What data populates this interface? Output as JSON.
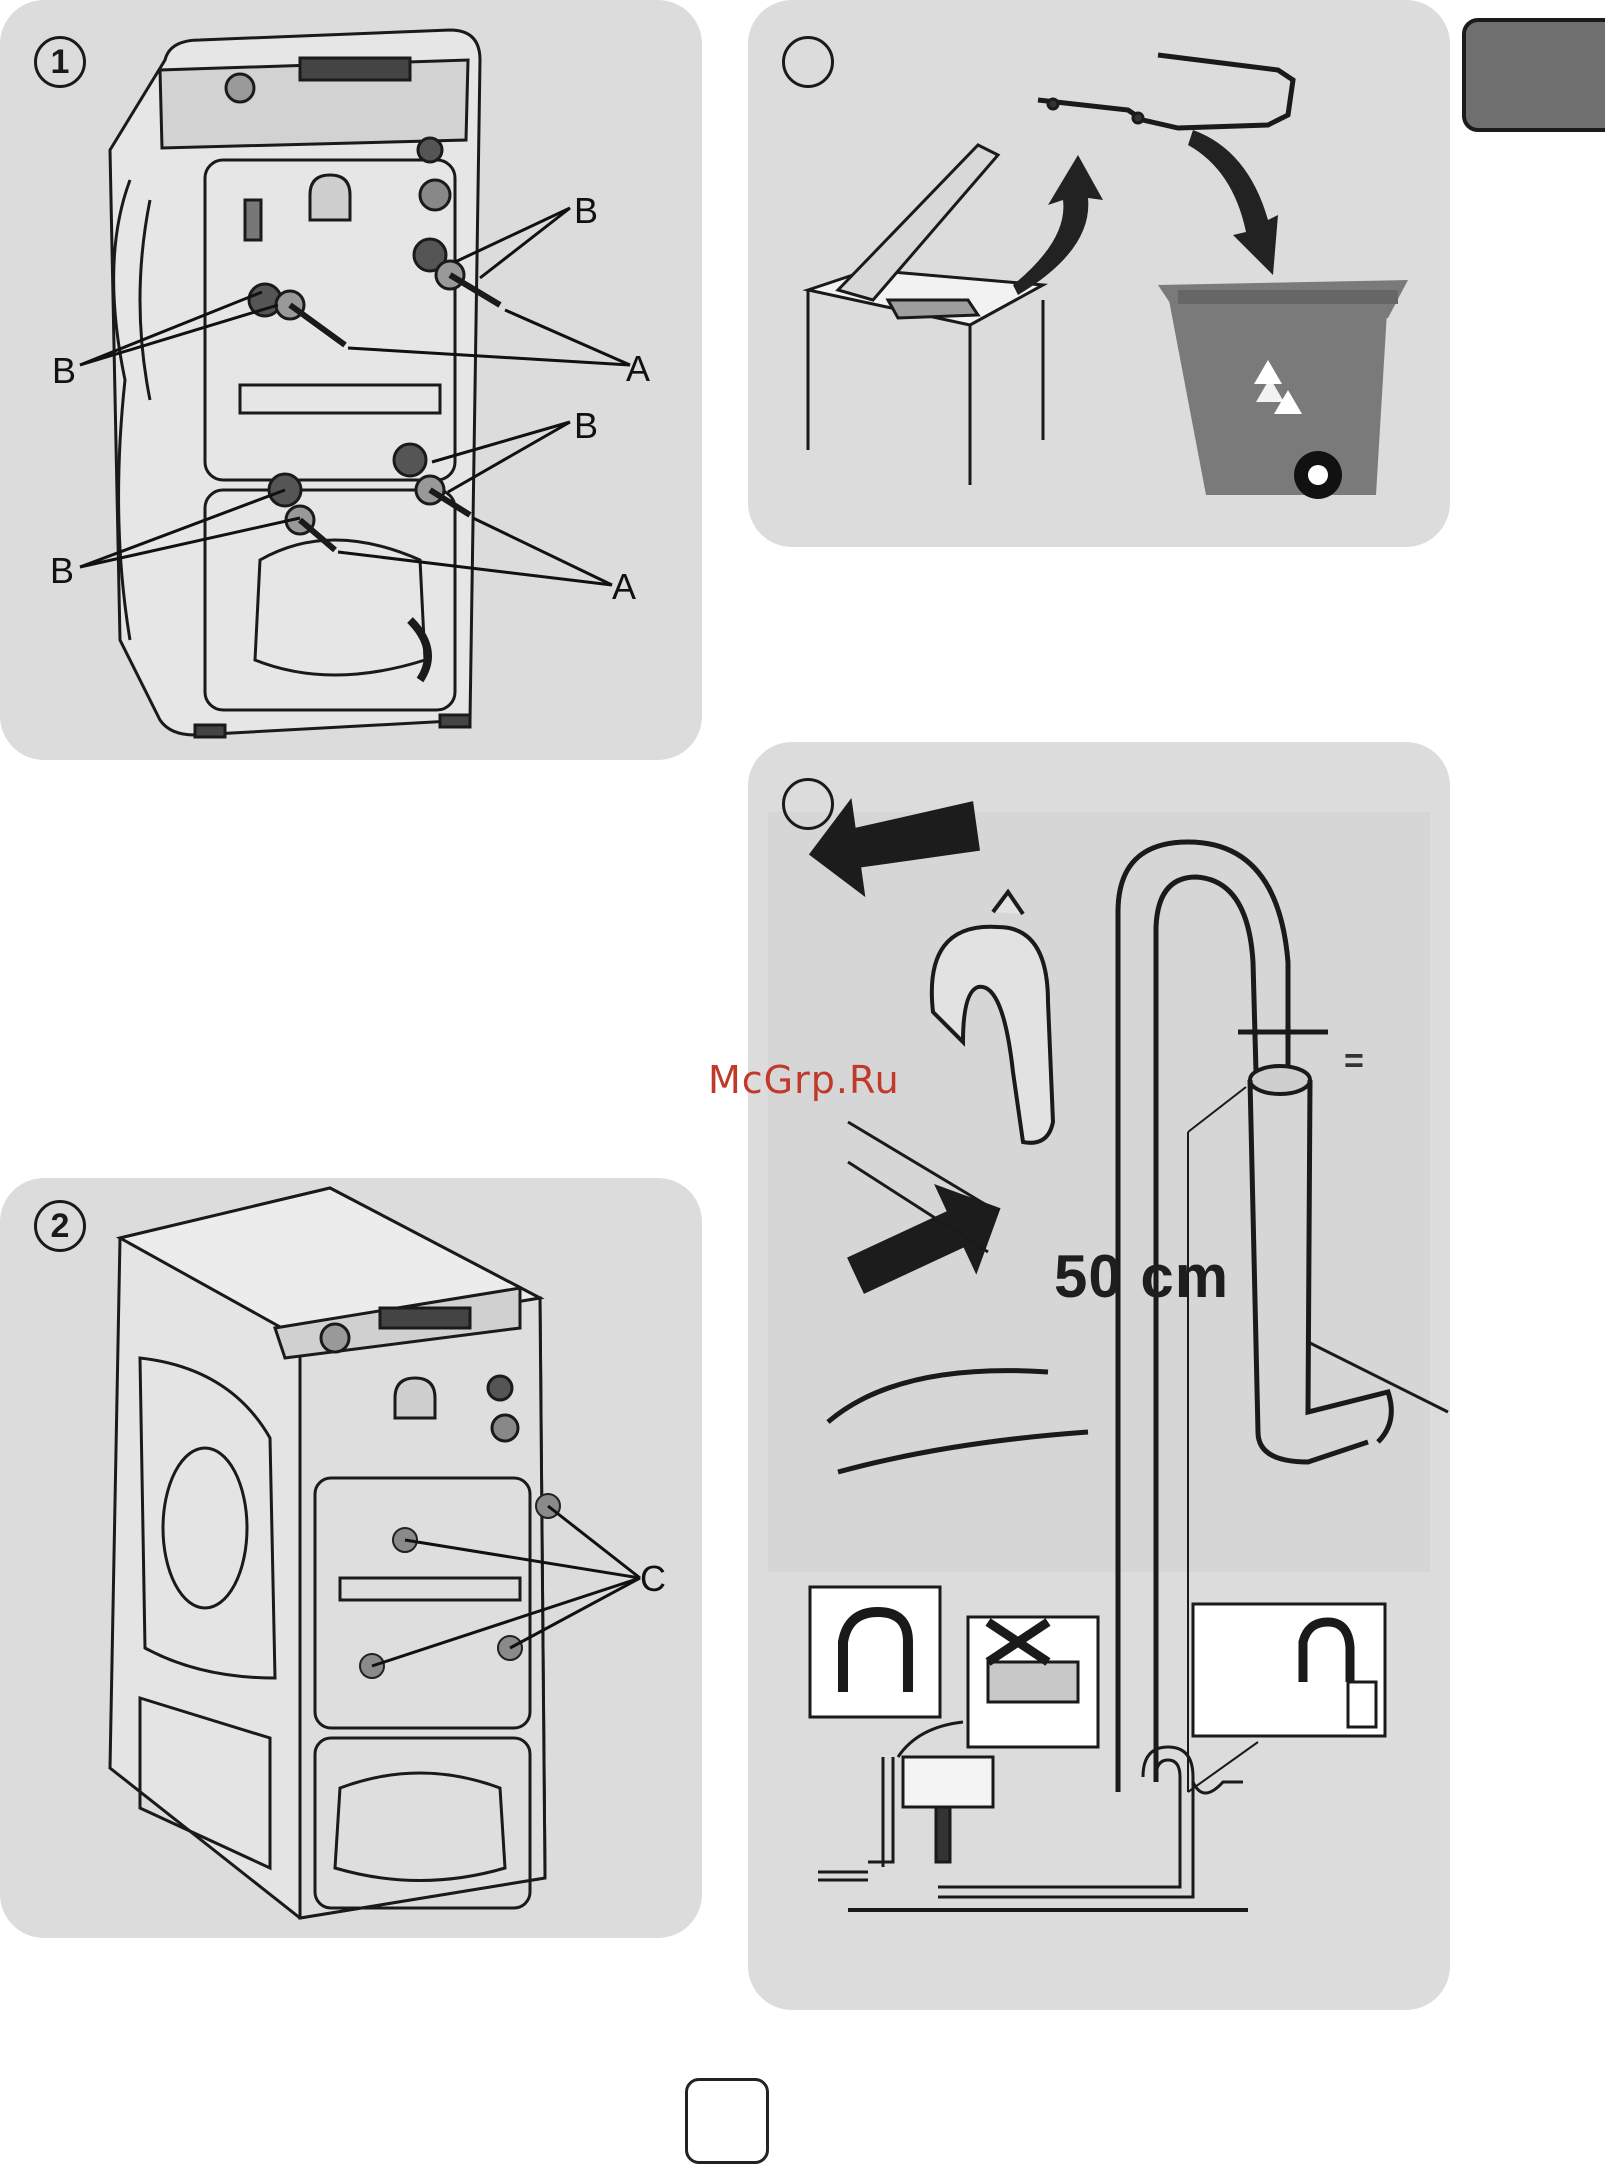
{
  "panels": {
    "step1": {
      "number": "1",
      "callouts": [
        "B",
        "B",
        "A",
        "B",
        "B",
        "A"
      ]
    },
    "step2": {
      "number": "2",
      "callouts": [
        "C"
      ]
    },
    "step3": {
      "number": ""
    },
    "step4": {
      "number": "",
      "dimension": "50 cm",
      "equal_mark": "="
    }
  },
  "watermark": "McGrp.Ru",
  "page_number": "",
  "colors": {
    "panel_bg": "#dcdcdc",
    "tab": "#6f6f6f",
    "bin": "#7a7a7a",
    "watermark": "#c0392b"
  }
}
